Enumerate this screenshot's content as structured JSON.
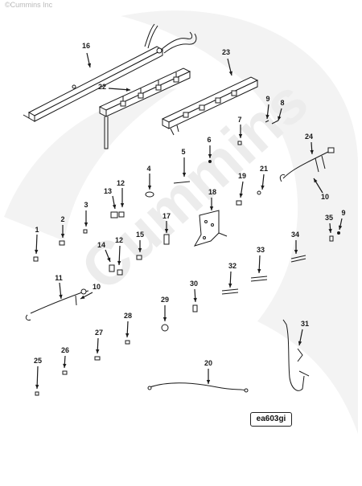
{
  "copyright": "©Cummins Inc",
  "watermark": "Cummins",
  "drawing_code": "ea603gi",
  "callouts": [
    "16",
    "22",
    "23",
    "9",
    "8",
    "7",
    "24",
    "6",
    "5",
    "4",
    "19",
    "21",
    "10",
    "13",
    "12",
    "18",
    "3",
    "2",
    "1",
    "17",
    "35",
    "9",
    "34",
    "14",
    "12",
    "15",
    "33",
    "32",
    "11",
    "10",
    "30",
    "29",
    "28",
    "27",
    "26",
    "25",
    "20",
    "31"
  ],
  "colors": {
    "line": "#1a1a1a",
    "watermark": "#ececec",
    "copyright": "#b9b9b9"
  }
}
